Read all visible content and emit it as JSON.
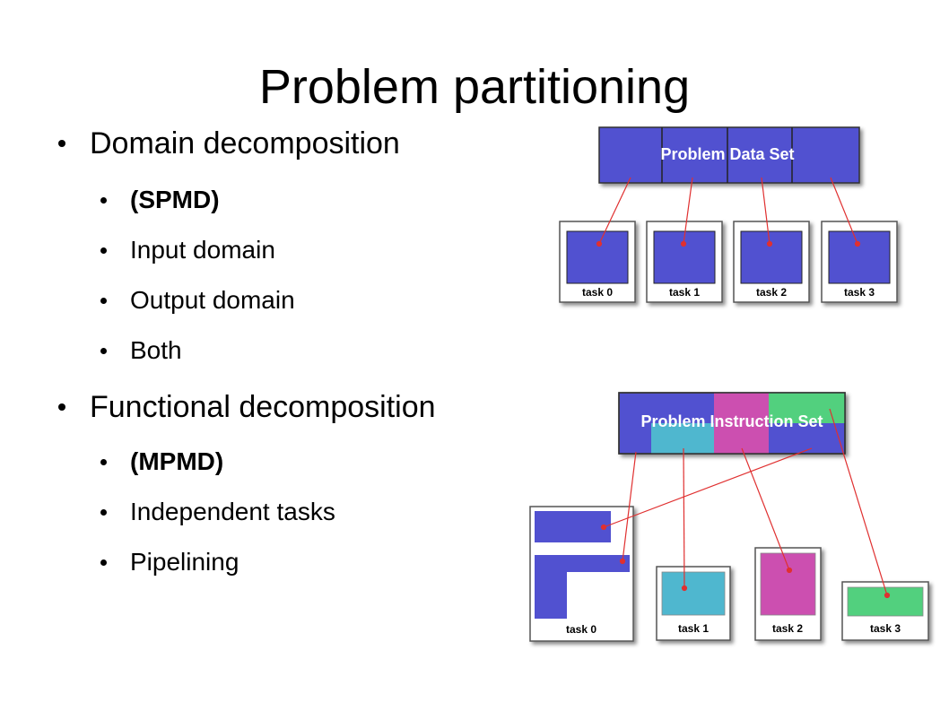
{
  "slide": {
    "title": "Problem partitioning",
    "bullets": [
      {
        "text": "Domain decomposition",
        "children": [
          {
            "text": "(SPMD)",
            "bold": true
          },
          {
            "text": "Input domain"
          },
          {
            "text": "Output domain"
          },
          {
            "text": "Both"
          }
        ]
      },
      {
        "text": "Functional decomposition",
        "children": [
          {
            "text": "(MPMD)",
            "bold": true
          },
          {
            "text": "Independent tasks"
          },
          {
            "text": "Pipelining"
          }
        ]
      }
    ]
  },
  "diagram_top": {
    "bar_label": "Problem Data Set",
    "tasks": [
      "task 0",
      "task 1",
      "task 2",
      "task 3"
    ]
  },
  "diagram_bottom": {
    "bar_label": "Problem Instruction Set",
    "tasks": [
      "task 0",
      "task 1",
      "task 2",
      "task 3"
    ]
  },
  "colors": {
    "blue": "#5151d0",
    "cyan": "#4fb7cf",
    "magenta": "#cc4fb0",
    "green": "#52d07e",
    "arrow": "#e03030"
  }
}
